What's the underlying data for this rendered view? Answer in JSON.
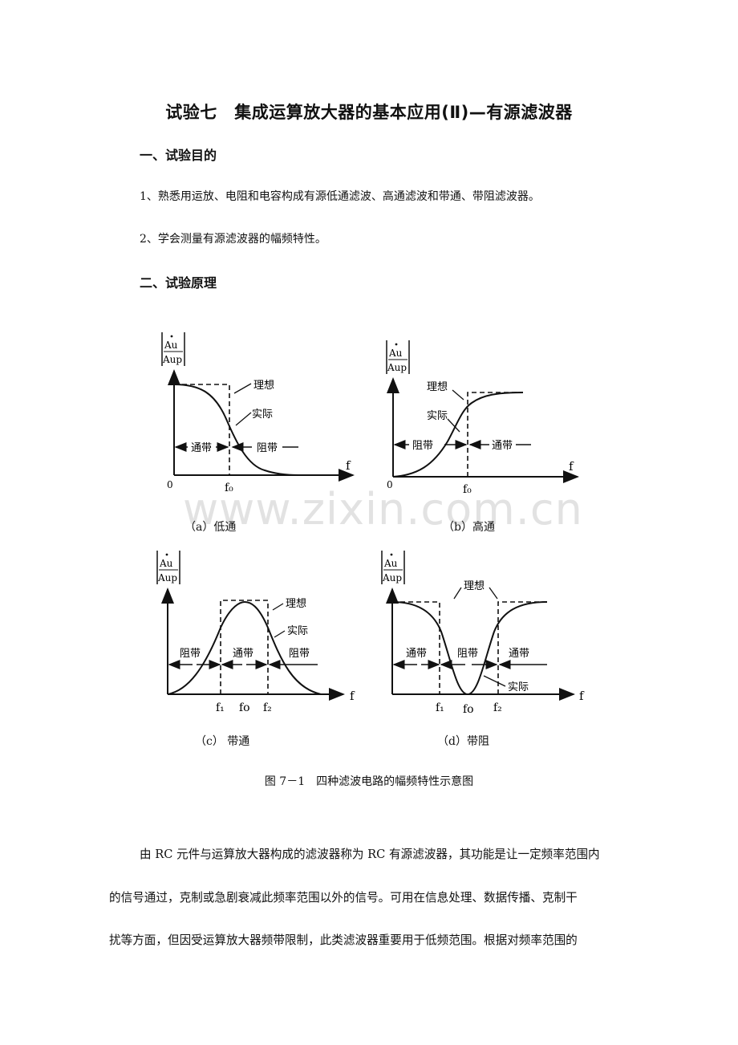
{
  "document": {
    "title": "试验七　集成运算放大器的基本应用(Ⅱ)—有源滤波器",
    "section1": {
      "heading": "一、试验目的",
      "items": [
        "1、熟悉用运放、电阻和电容构成有源低通滤波、高通滤波和带通、带阻滤波器。",
        "2、学会测量有源滤波器的幅频特性。"
      ]
    },
    "section2": {
      "heading": "二、试验原理"
    },
    "watermark": "www.zixin.com.cn",
    "figure": {
      "caption": "图 7－1　四种滤波电路的幅频特性示意图",
      "y_axis_label_num": "Au",
      "y_axis_label_den": "Aup",
      "x_axis_label": "f",
      "origin_label": "0",
      "panels": [
        {
          "id": "a",
          "caption": "（a）低通",
          "ideal": "理想",
          "actual": "实际",
          "band_left": "通带",
          "band_right": "阻带",
          "f0": "f₀"
        },
        {
          "id": "b",
          "caption": "（b）高通",
          "ideal": "理想",
          "actual": "实际",
          "band_left": "阻带",
          "band_right": "通带",
          "f0": "f₀"
        },
        {
          "id": "c",
          "caption": "（c） 带通",
          "ideal": "理想",
          "actual": "实际",
          "band_left": "阻带",
          "band_mid": "通带",
          "band_right": "阻带",
          "f1": "f₁",
          "f0": "fo",
          "f2": "f₂"
        },
        {
          "id": "d",
          "caption": "（d）带阻",
          "ideal": "理想",
          "actual": "实际",
          "band_left": "通带",
          "band_mid": "阻带",
          "band_right": "通带",
          "f1": "f₁",
          "f0": "fo",
          "f2": "f₂"
        }
      ]
    },
    "paragraph_lines": [
      "由 RC 元件与运算放大器构成的滤波器称为 RC 有源滤波器，其功能是让一定频率范围内",
      "的信号通过，克制或急剧衰减此频率范围以外的信号。可用在信息处理、数据传播、克制干",
      "扰等方面，但因受运算放大器频带限制，此类滤波器重要用于低频范围。根据对频率范围的"
    ]
  }
}
